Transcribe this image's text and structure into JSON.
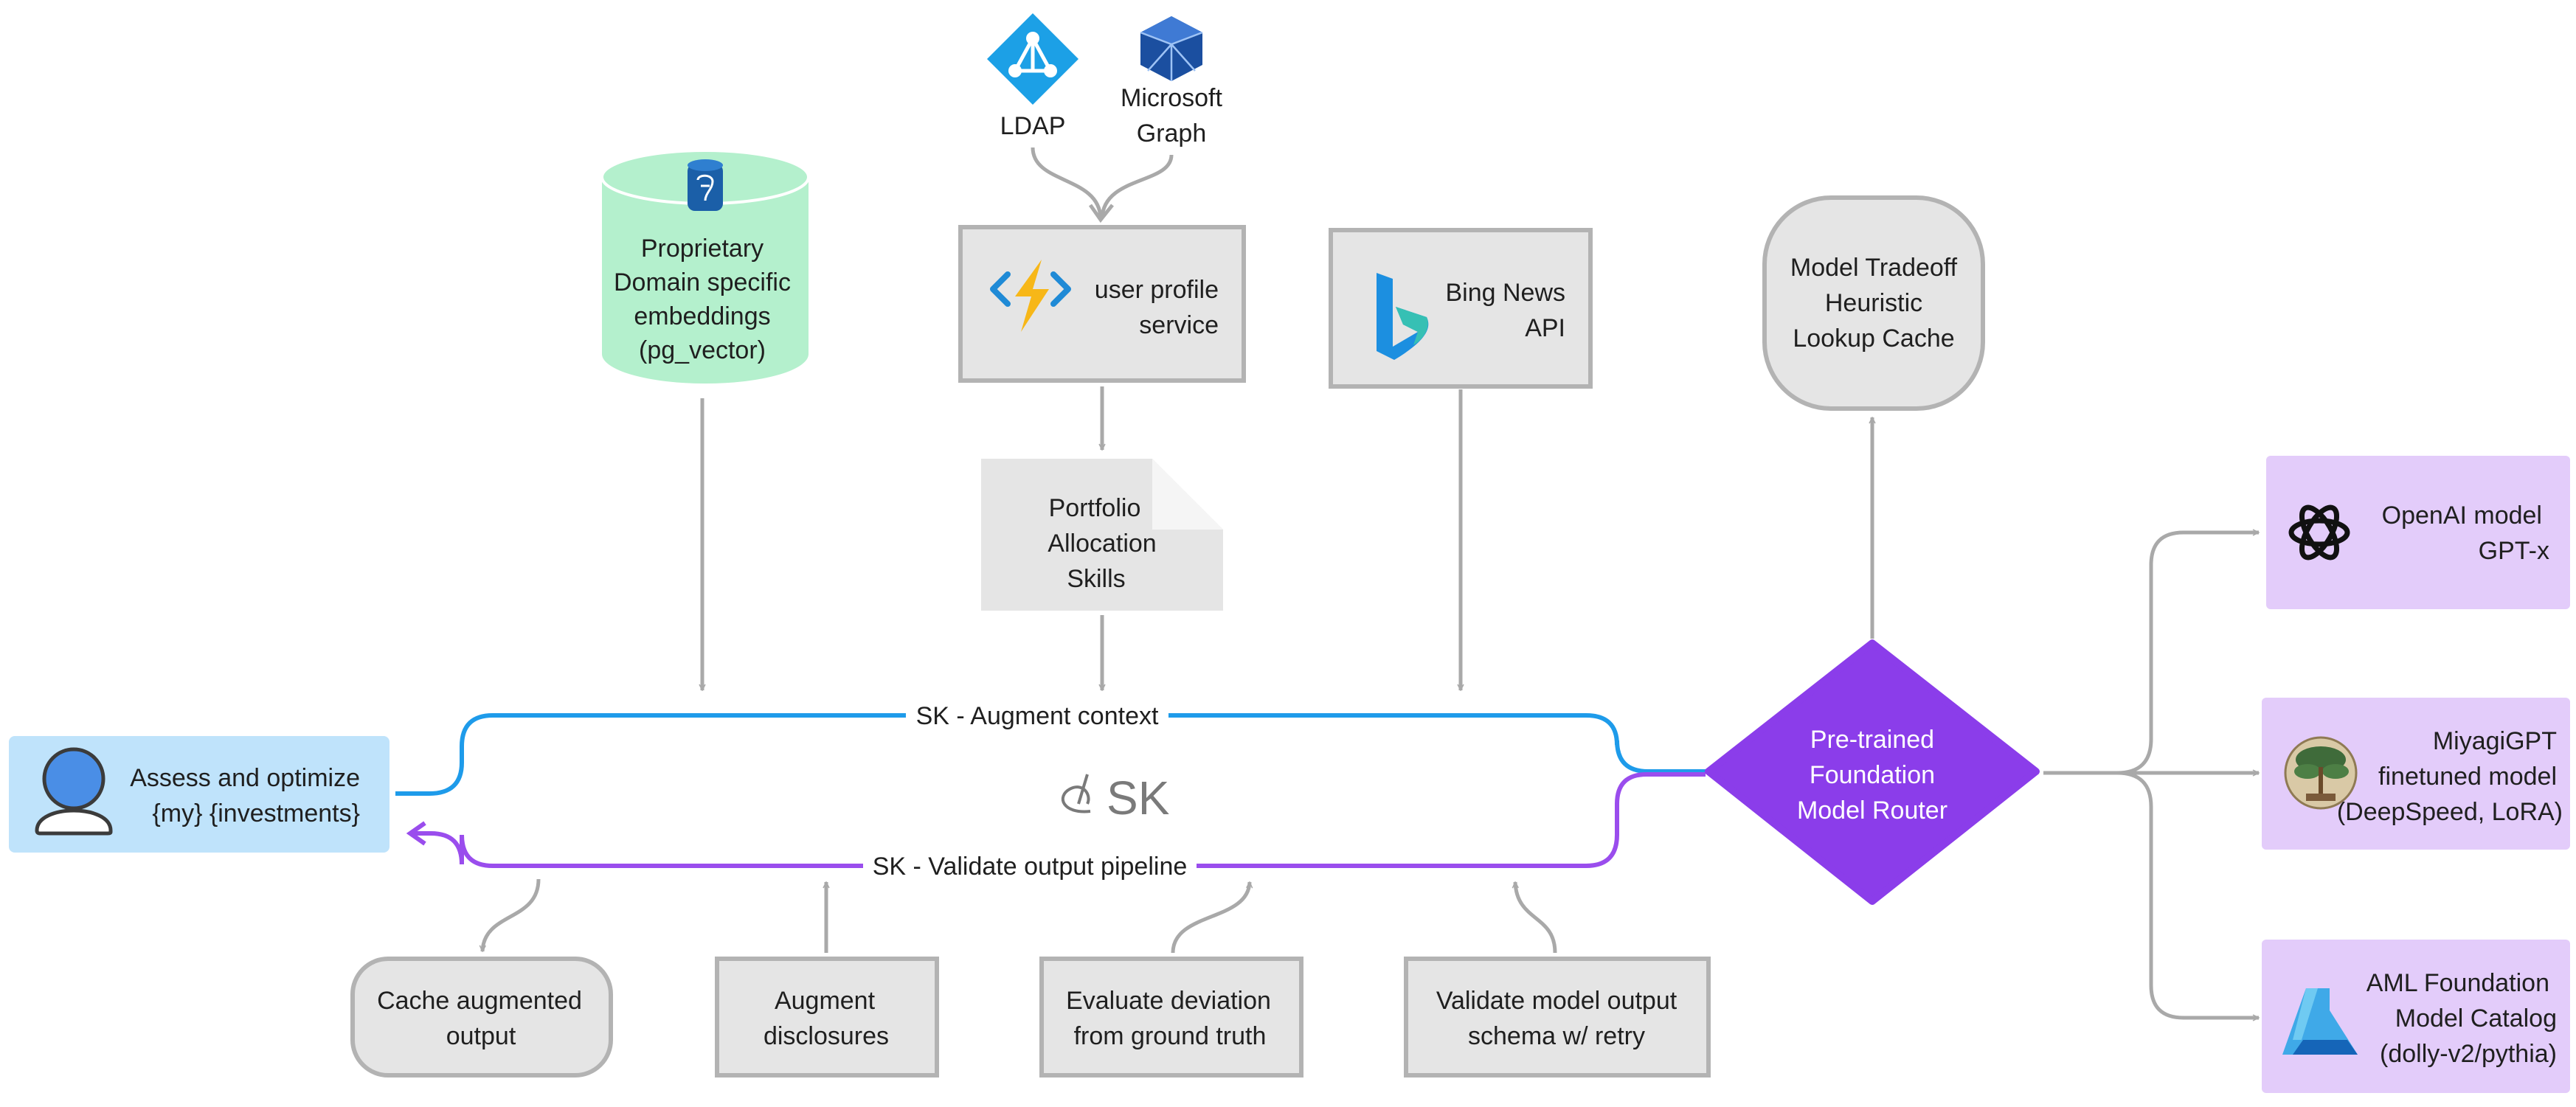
{
  "colors": {
    "blue_flow": "#1e9bea",
    "purple_flow": "#9a4ded",
    "router": "#8b3dea",
    "user_box": "#bfe3fb",
    "model_box": "#e3ccfa",
    "db_green": "#b4f0cd",
    "grey_box": "#e5e5e5",
    "connector": "#a9a9a9"
  },
  "sources": {
    "ldap": {
      "label": "LDAP",
      "icon": "azure-ad-icon"
    },
    "graph": {
      "label_lines": [
        "Microsoft",
        "Graph"
      ],
      "icon": "microsoft-graph-icon"
    },
    "user_profile": {
      "label_lines": [
        "user profile",
        "service"
      ],
      "icon": "azure-functions-icon"
    },
    "portfolio": {
      "label_lines": [
        "Portfolio",
        "Allocation",
        "Skills"
      ]
    },
    "embeddings": {
      "label_lines": [
        "Proprietary",
        "Domain specific",
        "embeddings",
        "(pg_vector)"
      ],
      "icon": "postgres-icon"
    },
    "bing": {
      "label_lines": [
        "Bing News",
        "API"
      ],
      "icon": "bing-icon"
    },
    "cache": {
      "label_lines": [
        "Model Tradeoff",
        "Heuristic",
        "Lookup Cache"
      ]
    }
  },
  "flow": {
    "augment_label": "SK - Augment context",
    "validate_label": "SK - Validate output pipeline",
    "sk_logo_text": "SK"
  },
  "user": {
    "label_lines": [
      "Assess and optimize",
      "{my} {investments}"
    ],
    "icon": "user-icon"
  },
  "router": {
    "label_lines": [
      "Pre-trained",
      "Foundation",
      "Model Router"
    ]
  },
  "models": [
    {
      "label_lines": [
        "OpenAI model",
        "GPT-x"
      ],
      "icon": "openai-icon"
    },
    {
      "label_lines": [
        "MiyagiGPT",
        "finetuned model",
        "(DeepSpeed, LoRA)"
      ],
      "icon": "bonsai-icon"
    },
    {
      "label_lines": [
        "AML Foundation",
        "Model Catalog",
        "(dolly-v2/pythia)"
      ],
      "icon": "azure-ml-icon"
    }
  ],
  "pipeline_steps": [
    {
      "label_lines": [
        "Cache augmented",
        "output"
      ]
    },
    {
      "label_lines": [
        "Augment",
        "disclosures"
      ]
    },
    {
      "label_lines": [
        "Evaluate deviation",
        "from ground truth"
      ]
    },
    {
      "label_lines": [
        "Validate model output",
        "schema w/ retry"
      ]
    }
  ]
}
